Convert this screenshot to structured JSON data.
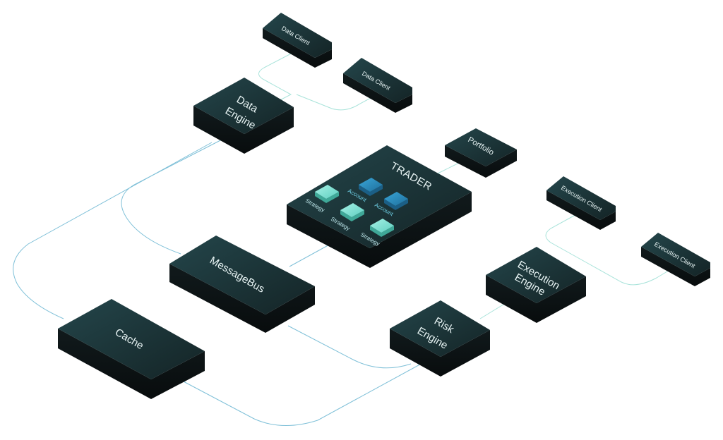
{
  "nodes": {
    "data_engine": [
      "Data",
      "Engine"
    ],
    "data_client_1": "Data Client",
    "data_client_2": "Data Client",
    "portfolio": "Portfolio",
    "trader": "TRADER",
    "account_1": "Account",
    "account_2": "Account",
    "strategy_1": "Strategy",
    "strategy_2": "Strategy",
    "strategy_3": "Strategy",
    "execution_client_1": "Execution Client",
    "execution_client_2": "Execution Client",
    "message_bus": "MessageBus",
    "execution_engine": [
      "Execution",
      "Engine"
    ],
    "risk_engine": [
      "Risk",
      "Engine"
    ],
    "cache": "Cache"
  },
  "colors": {
    "box_top": "#1d363a",
    "box_side": "#0d1416",
    "line_teal": "#8fd9cf",
    "line_blue": "#6ab3cf",
    "account_cube": "#2a8fc7",
    "strategy_cube": "#7fe3d6"
  }
}
